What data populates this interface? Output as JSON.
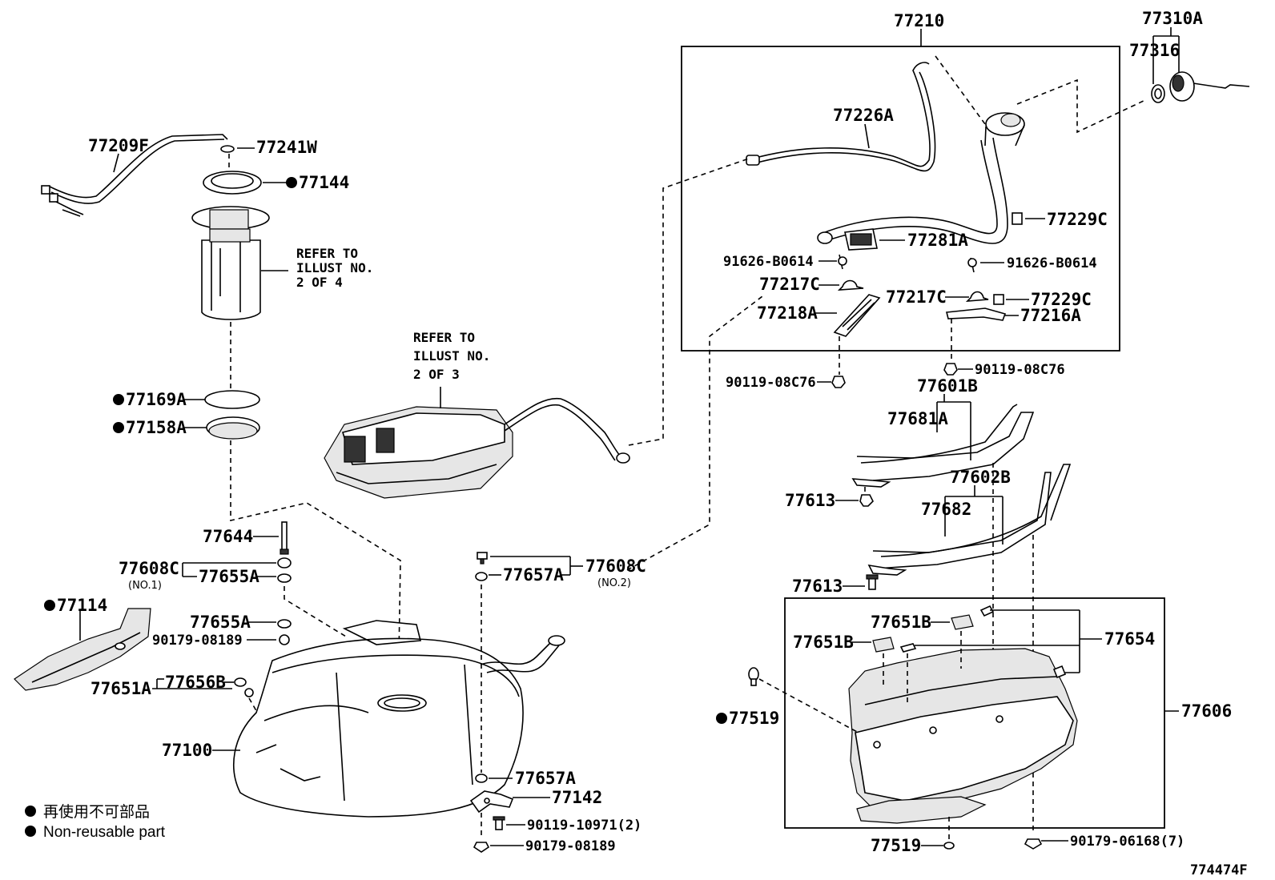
{
  "labels": {
    "p77210": "77210",
    "p77310A": "77310A",
    "p77316": "77316",
    "p77226A": "77226A",
    "p77229C_a": "77229C",
    "p77281A": "77281A",
    "p91626_a": "91626-B0614",
    "p91626_b": "91626-B0614",
    "p77217C_a": "77217C",
    "p77217C_b": "77217C",
    "p77229C_b": "77229C",
    "p77218A": "77218A",
    "p77216A": "77216A",
    "p90119_08C76_a": "90119-08C76",
    "p90119_08C76_b": "90119-08C76",
    "p77601B": "77601B",
    "p77681A": "77681A",
    "p77602B": "77602B",
    "p77613_a": "77613",
    "p77682": "77682",
    "p77613_b": "77613",
    "p77651B_a": "77651B",
    "p77651B_b": "77651B",
    "p77654": "77654",
    "p77519_a": "77519",
    "p77606": "77606",
    "p77519_b": "77519",
    "p90179_06168": "90179-06168(7)",
    "p77209F": "77209F",
    "p77241W": "77241W",
    "p77144": "77144",
    "p77169A": "77169A",
    "p77158A": "77158A",
    "p77644": "77644",
    "p77608C_a": "77608C",
    "p77655A_a": "77655A",
    "p77655A_b": "77655A",
    "p90179_08189_a": "90179-08189",
    "p77114": "77114",
    "p77651A": "77651A",
    "p77656B": "77656B",
    "p77100": "77100",
    "p77657A_a": "77657A",
    "p77608C_b": "77608C",
    "p77657A_b": "77657A",
    "p77142": "77142",
    "p90119_10971": "90119-10971(2)",
    "p90179_08189_b": "90179-08189",
    "no1": "(NO.1)",
    "no2": "(NO.2)"
  },
  "notes": {
    "refer1": [
      "REFER TO",
      "ILLUST NO.",
      "2 OF 4"
    ],
    "refer2": [
      "REFER TO",
      "ILLUST NO.",
      "2 OF 3"
    ]
  },
  "legend": {
    "japanese": "再使用不可部品",
    "english": "Non-reusable part"
  },
  "figure_id": "774474F"
}
